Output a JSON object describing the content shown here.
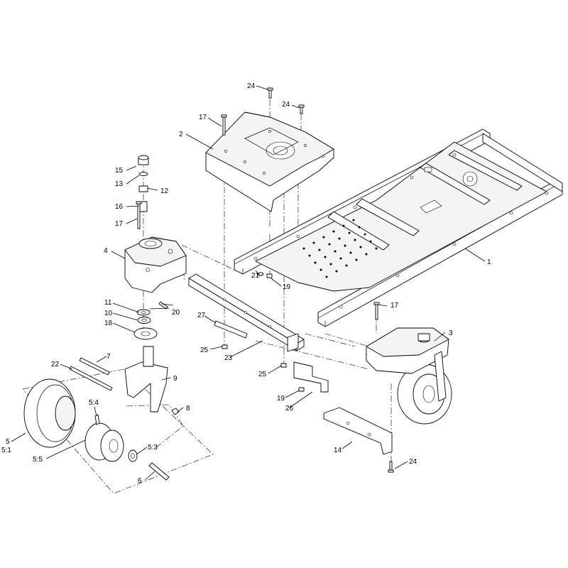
{
  "callouts": {
    "c1": "1",
    "c2": "2",
    "c3": "3",
    "c4": "4",
    "c5": "5",
    "c5_1": "5:1",
    "c5_3": "5:3",
    "c5_4": "5:4",
    "c5_5": "5:5",
    "c6": "6",
    "c7": "7",
    "c8": "8",
    "c9": "9",
    "c10": "10",
    "c11": "11",
    "c12": "12",
    "c13": "13",
    "c14": "14",
    "c15": "15",
    "c16": "16",
    "c17a": "17",
    "c17b": "17",
    "c17c": "17",
    "c18": "18",
    "c19a": "19",
    "c19b": "19",
    "c20": "20",
    "c21": "21",
    "c22": "22",
    "c23": "23",
    "c24a": "24",
    "c24b": "24",
    "c24c": "24",
    "c25a": "25",
    "c25b": "25",
    "c26": "26",
    "c27": "27"
  }
}
